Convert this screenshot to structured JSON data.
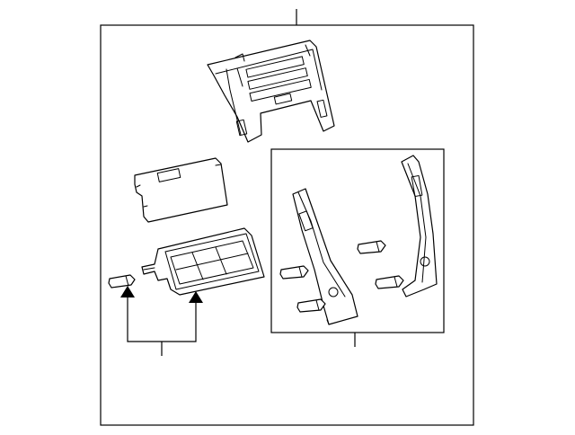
{
  "diagram": {
    "parts": [
      {
        "name": "bezel-top"
      },
      {
        "name": "control-module"
      },
      {
        "name": "vent-grille"
      },
      {
        "name": "left-trim-panel"
      },
      {
        "name": "right-trim-panel"
      },
      {
        "name": "clips"
      }
    ],
    "colors": {
      "line": "#000000",
      "background": "#ffffff"
    }
  }
}
